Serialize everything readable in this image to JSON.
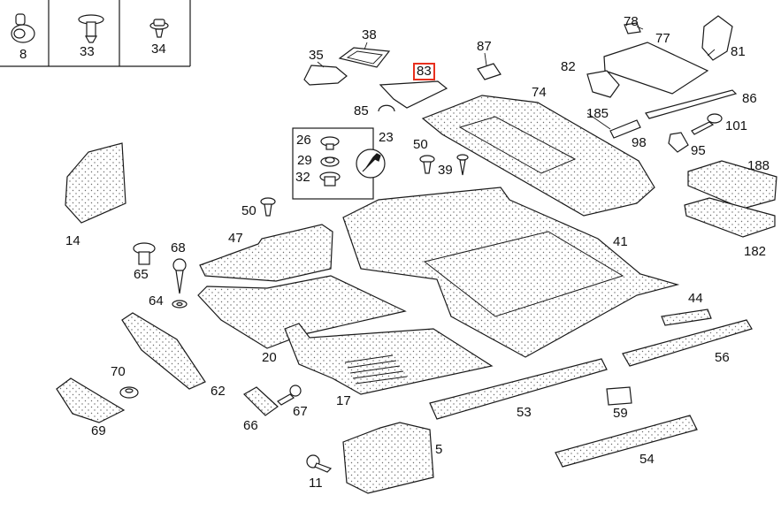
{
  "colors": {
    "highlight": "#e8301e",
    "line": "#1a1a1a",
    "fill": "#ffffff",
    "dots": "#6b6b6b"
  },
  "legend": [
    {
      "label": "8"
    },
    {
      "label": "33"
    },
    {
      "label": "34"
    }
  ],
  "callouts": [
    {
      "label": "38"
    },
    {
      "label": "35"
    },
    {
      "label": "83",
      "highlighted": true
    },
    {
      "label": "87"
    },
    {
      "label": "78"
    },
    {
      "label": "77"
    },
    {
      "label": "81"
    },
    {
      "label": "82"
    },
    {
      "label": "74"
    },
    {
      "label": "86"
    },
    {
      "label": "85"
    },
    {
      "label": "185"
    },
    {
      "label": "101"
    },
    {
      "label": "98"
    },
    {
      "label": "95"
    },
    {
      "label": "26"
    },
    {
      "label": "23"
    },
    {
      "label": "29"
    },
    {
      "label": "32"
    },
    {
      "label": "50"
    },
    {
      "label": "39"
    },
    {
      "label": "188"
    },
    {
      "label": "182"
    },
    {
      "label": "14"
    },
    {
      "label": "50"
    },
    {
      "label": "47"
    },
    {
      "label": "41"
    },
    {
      "label": "68"
    },
    {
      "label": "65"
    },
    {
      "label": "64"
    },
    {
      "label": "44"
    },
    {
      "label": "20"
    },
    {
      "label": "56"
    },
    {
      "label": "70"
    },
    {
      "label": "62"
    },
    {
      "label": "17"
    },
    {
      "label": "67"
    },
    {
      "label": "53"
    },
    {
      "label": "59"
    },
    {
      "label": "69"
    },
    {
      "label": "66"
    },
    {
      "label": "5"
    },
    {
      "label": "54"
    },
    {
      "label": "11"
    }
  ]
}
